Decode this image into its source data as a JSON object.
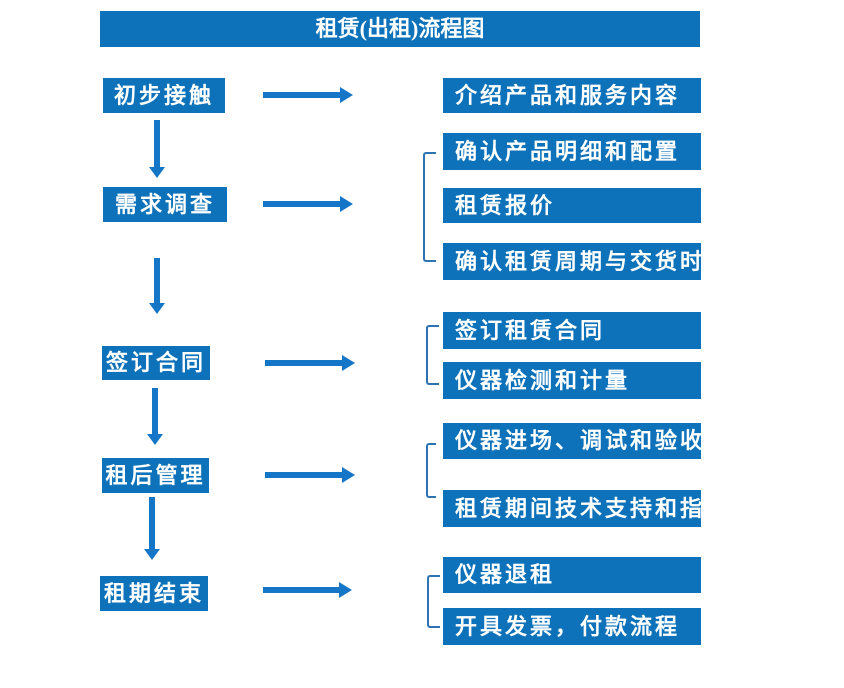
{
  "title": "租赁(出租)流程图",
  "stages": [
    {
      "label": "初步接触",
      "details": [
        "介绍产品和服务内容"
      ]
    },
    {
      "label": "需求调查",
      "details": [
        "确认产品明细和配置",
        "租赁报价",
        "确认租赁周期与交货时间"
      ]
    },
    {
      "label": "签订合同",
      "details": [
        "签订租赁合同",
        "仪器检测和计量"
      ]
    },
    {
      "label": "租后管理",
      "details": [
        "仪器进场、调试和验收",
        "租赁期间技术支持和指导"
      ]
    },
    {
      "label": "租期结束",
      "details": [
        "仪器退租",
        "开具发票，付款流程"
      ]
    }
  ],
  "colors": {
    "box_blue": "#0d72ba",
    "arrow_blue": "#1576c8",
    "bracket_blue": "#2e74b5",
    "text": "#ffffff",
    "background": "#ffffff"
  }
}
